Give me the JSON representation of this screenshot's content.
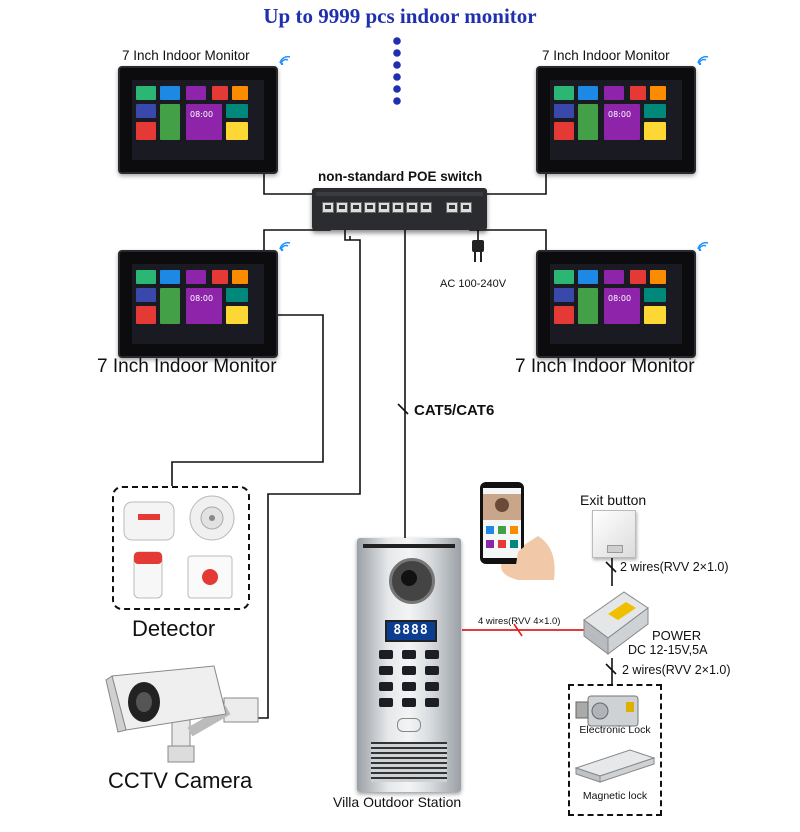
{
  "title": "Up to 9999 pcs indoor monitor",
  "monitors": {
    "label_small": "7 Inch Indoor Monitor",
    "label_large": "7 Inch Indoor Monitor",
    "clock": "08:00"
  },
  "switch": {
    "label": "non-standard POE switch",
    "power": "AC 100-240V"
  },
  "cable": {
    "label": "CAT5/CAT6"
  },
  "detector": {
    "label": "Detector"
  },
  "cctv": {
    "label": "CCTV Camera"
  },
  "station": {
    "label": "Villa Outdoor Station",
    "display": "8888"
  },
  "exit_button": {
    "label": "Exit button"
  },
  "wires": {
    "exit_to_power": "2 wires(RVV 2×1.0)",
    "station_to_power": "4 wires(RVV 4×1.0)",
    "power_to_locks": "2 wires(RVV 2×1.0)"
  },
  "power": {
    "title": "POWER",
    "spec": "DC 12-15V,5A"
  },
  "locks": {
    "electronic": "Electronic Lock",
    "magnetic": "Magnetic lock"
  },
  "colors": {
    "title": "#1f2fae",
    "dots": "#1f2fae",
    "red_wire": "#e02020"
  }
}
